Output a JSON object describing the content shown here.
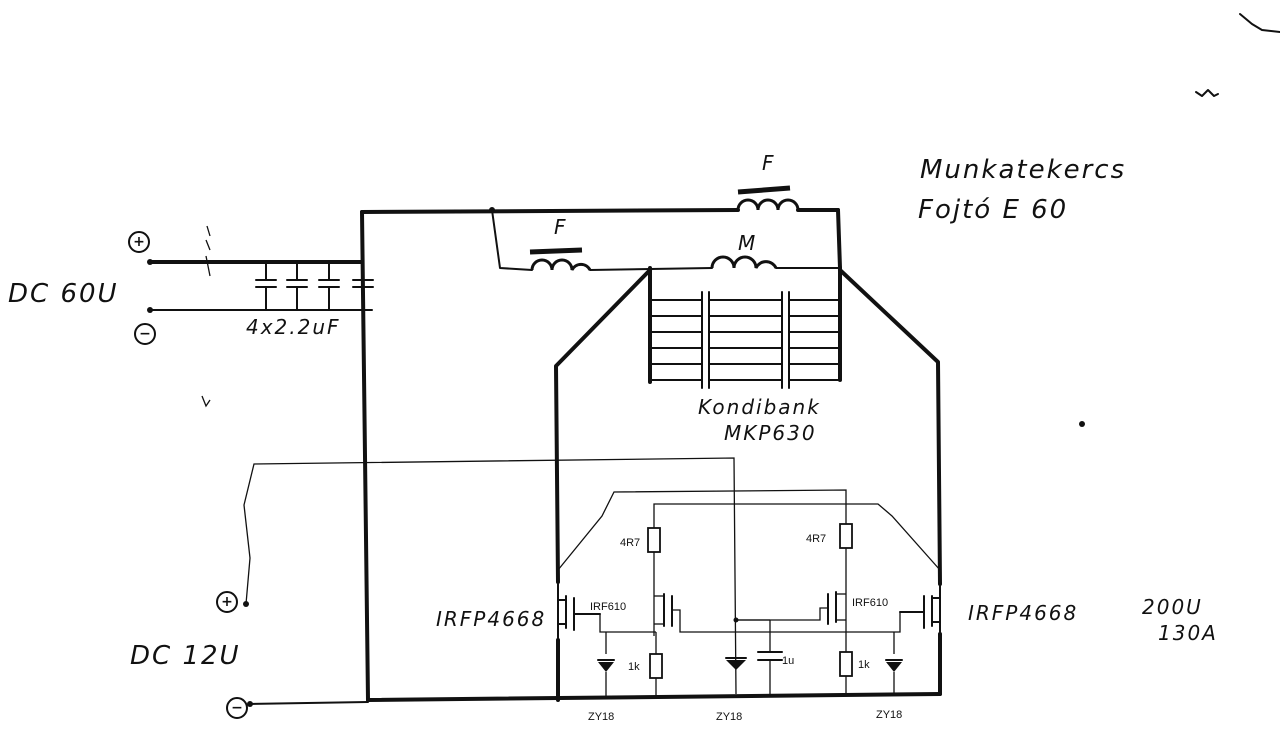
{
  "title": {
    "line1": "Munkatekercs",
    "line2": "Fojtó E 60"
  },
  "supplies": {
    "dc60": "DC 60U",
    "dc12": "DC 12U",
    "plus": "+",
    "minus": "−"
  },
  "components": {
    "input_caps": "4x2.2uF",
    "choke_f": "F",
    "coil_m": "M",
    "cap_bank": "Kondibank",
    "cap_bank_type": "MKP630",
    "main_mosfet": "IRFP4668",
    "mosfet_rating_v": "200U",
    "mosfet_rating_a": "130A",
    "driver_mosfet": "IRF610",
    "gate_res": "4R7",
    "pulldown_res": "1k",
    "zener": "ZY18",
    "bypass_cap": "1u"
  }
}
